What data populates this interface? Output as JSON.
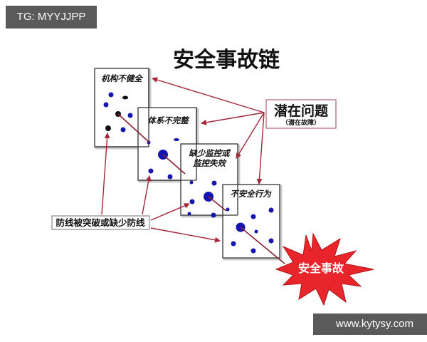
{
  "watermarks": {
    "top_left": "TG: MYYJJPP",
    "bottom_right": "www.kytysy.com"
  },
  "diagram": {
    "title": "安全事故链",
    "cards": [
      {
        "label": "机构不健全"
      },
      {
        "label": "体系不完整"
      },
      {
        "label_line1": "缺少监控或",
        "label_line2": "监控失效"
      },
      {
        "label": "不安全行为"
      }
    ],
    "latent_problem": {
      "label": "潜在问题",
      "sub_label": "（潜在故障）"
    },
    "defense_line": {
      "label": "防线被突破或缺少防线"
    },
    "accident": {
      "label": "安全事故"
    },
    "colors": {
      "arrow": "#a3263a",
      "dot_blue": "#1515b0",
      "dot_black": "#111111",
      "burst_fill": "#e8252a",
      "card_border": "#333333",
      "watermark_bg": "#5a5a5a"
    }
  }
}
